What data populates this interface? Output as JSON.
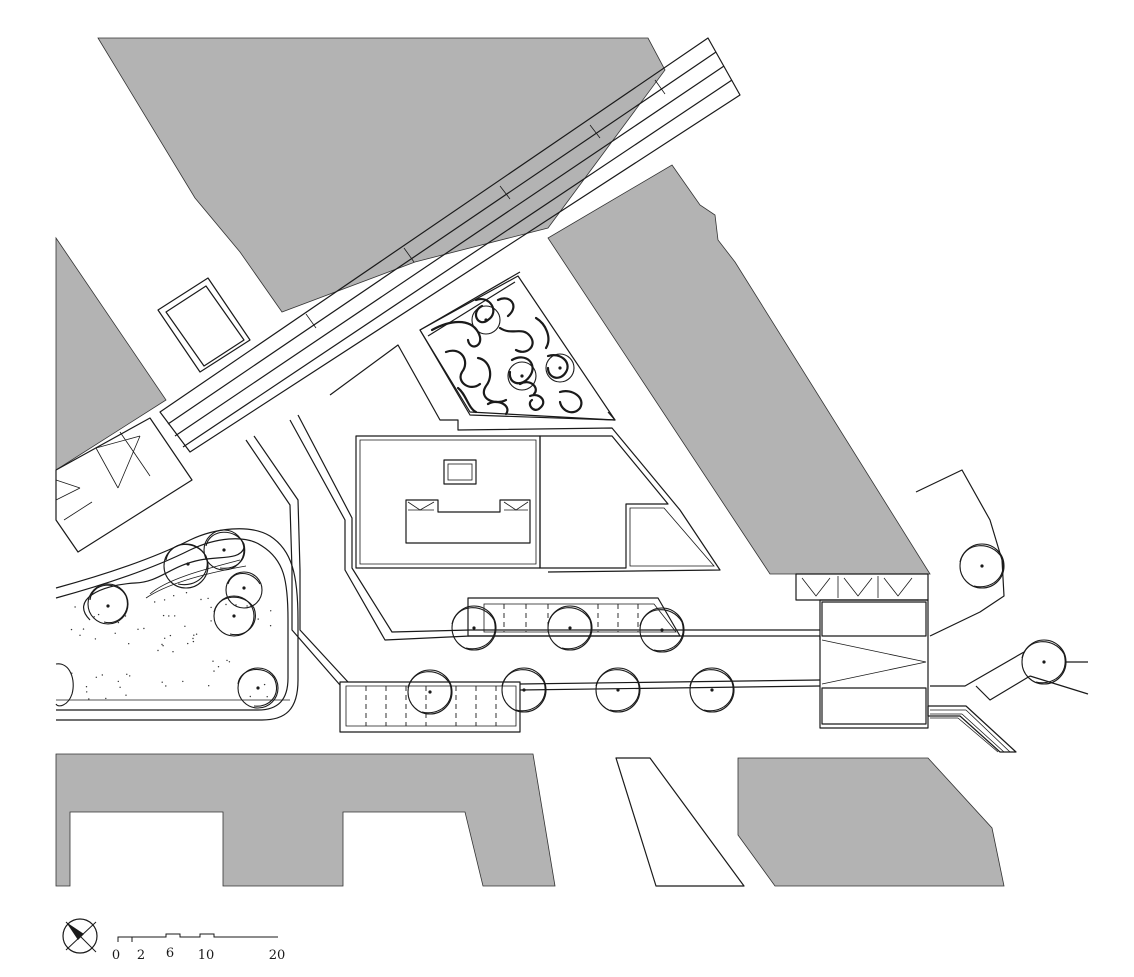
{
  "plan": {
    "type": "site plan drawing",
    "colors": {
      "building_fill": "#b3b3b3",
      "line": "#1a1a1a",
      "background": "#ffffff"
    }
  },
  "north_arrow": {
    "icon": "north-arrow-icon"
  },
  "scale_bar": {
    "labels": [
      "0",
      "2",
      "6",
      "10",
      "20"
    ]
  }
}
